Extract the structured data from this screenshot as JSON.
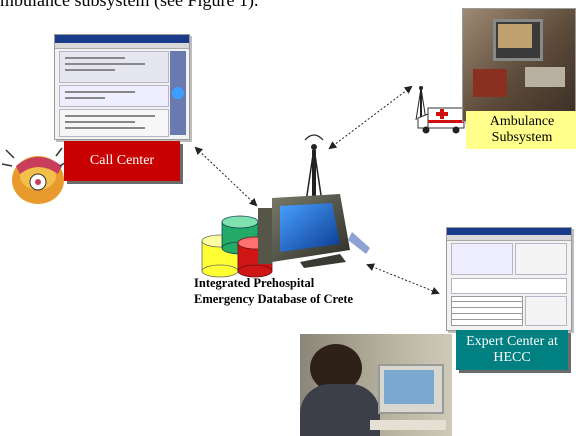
{
  "intro_text": "mbulance subsystem (see Figure 1).",
  "nodes": {
    "call_center": {
      "label": "Call Center"
    },
    "ambulance": {
      "label_line1": "Ambulance",
      "label_line2": "Subsystem"
    },
    "expert_center": {
      "label_line1": "Expert Center at",
      "label_line2": "HECC"
    },
    "database": {
      "label_line1": "Integrated Prehospital",
      "label_line2": "Emergency Database of Crete"
    }
  },
  "colors": {
    "call_center_label_bg": "#c80000",
    "ambulance_label_bg": "#ffff8c",
    "expert_label_bg": "#008080",
    "db_yellow": "#ffff33",
    "db_green": "#22aa66",
    "db_red": "#d01515",
    "monitor_screen": "#1f6fd0"
  },
  "icons": {
    "phone": "telephone-clipart-icon",
    "antenna": "antenna-tower-icon",
    "ambulance": "ambulance-icon",
    "computer": "desktop-computer-icon",
    "databases": "database-cylinders-icon"
  }
}
